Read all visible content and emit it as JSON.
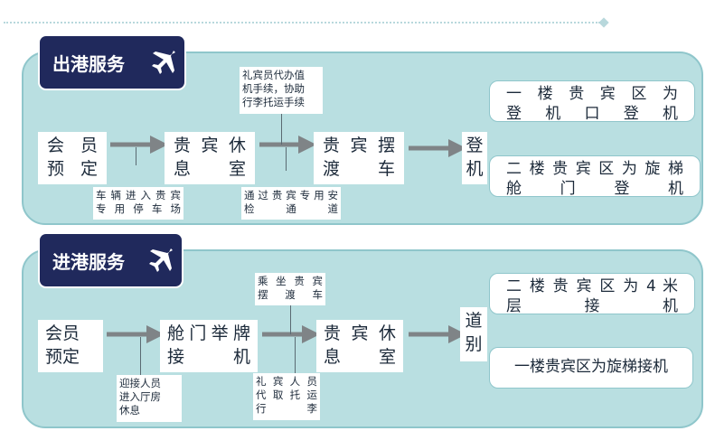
{
  "outbound": {
    "title": "出港服务",
    "steps": [
      {
        "line1": "会 员",
        "line2": "预 定"
      },
      {
        "line1": "贵宾休",
        "line2": "息  室"
      },
      {
        "line1": "贵宾摆",
        "line2": "渡  车"
      },
      {
        "line1": "登",
        "line2": "机"
      }
    ],
    "notes": [
      {
        "lines": [
          "车辆进入贵宾",
          "专用停车场"
        ]
      },
      {
        "lines": [
          "礼宾员代办值",
          "机手续，协助",
          "行李托运手续"
        ]
      },
      {
        "lines": [
          "通过贵宾专用安",
          "检  通  道"
        ]
      }
    ],
    "destinations": [
      {
        "line1": "一 楼 贵 宾 区 为",
        "line2": "登 机 口 登 机"
      },
      {
        "line1": "二楼贵宾区为旋梯",
        "line2": "舱  门  登  机"
      }
    ]
  },
  "inbound": {
    "title": "进港服务",
    "steps": [
      {
        "line1": "会员",
        "line2": "预定"
      },
      {
        "line1": "舱门举牌",
        "line2": "接  机"
      },
      {
        "line1": "贵宾休",
        "line2": "息  室"
      },
      {
        "line1": "道",
        "line2": "别"
      }
    ],
    "notes": [
      {
        "lines": [
          "迎接人员",
          "进入厅房",
          "休息"
        ]
      },
      {
        "lines": [
          "乘坐贵宾",
          "摆 渡 车"
        ]
      },
      {
        "lines": [
          "礼宾人员",
          "代取托运",
          "行  李"
        ]
      }
    ],
    "destinations": [
      {
        "line1": "二 楼 贵 宾 区 为 4 米",
        "line2": "层  接  机"
      },
      {
        "line1": "一楼贵宾区为旋梯接机",
        "line2": ""
      }
    ]
  },
  "colors": {
    "panel": "#b9dfe1",
    "title_bg": "#20295c",
    "arrow": "#7f8487"
  },
  "icons": [
    "airplane-icon"
  ]
}
